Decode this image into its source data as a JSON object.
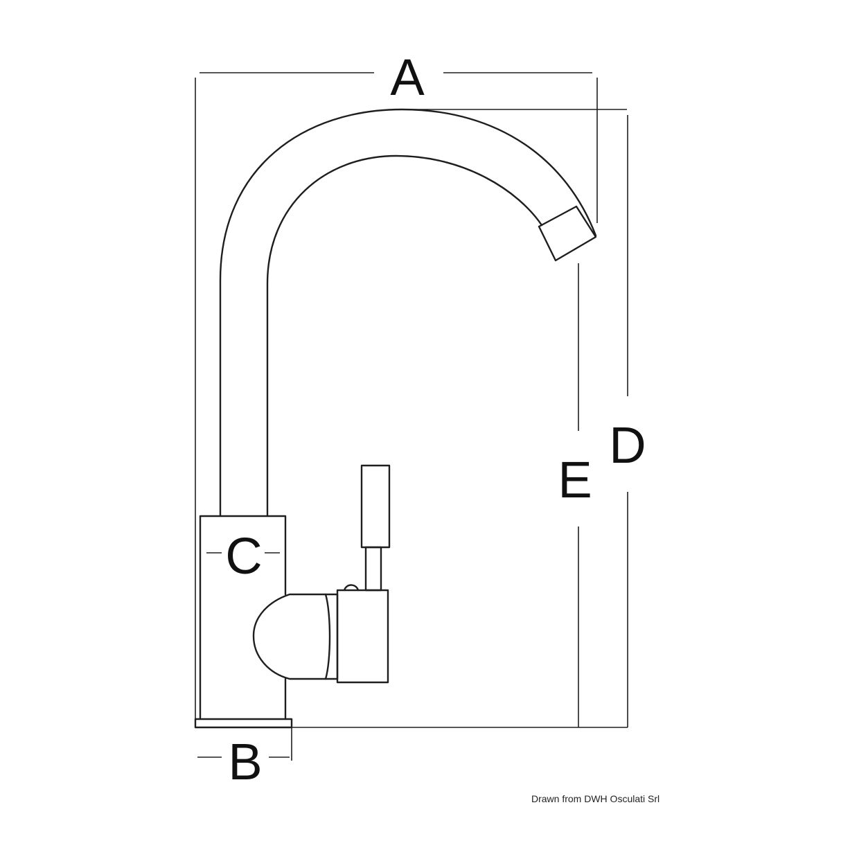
{
  "diagram": {
    "dimension_labels": {
      "a": "A",
      "b": "B",
      "c": "C",
      "d": "D",
      "e": "E"
    },
    "credit": "Drawn from DWH Osculati Srl"
  }
}
